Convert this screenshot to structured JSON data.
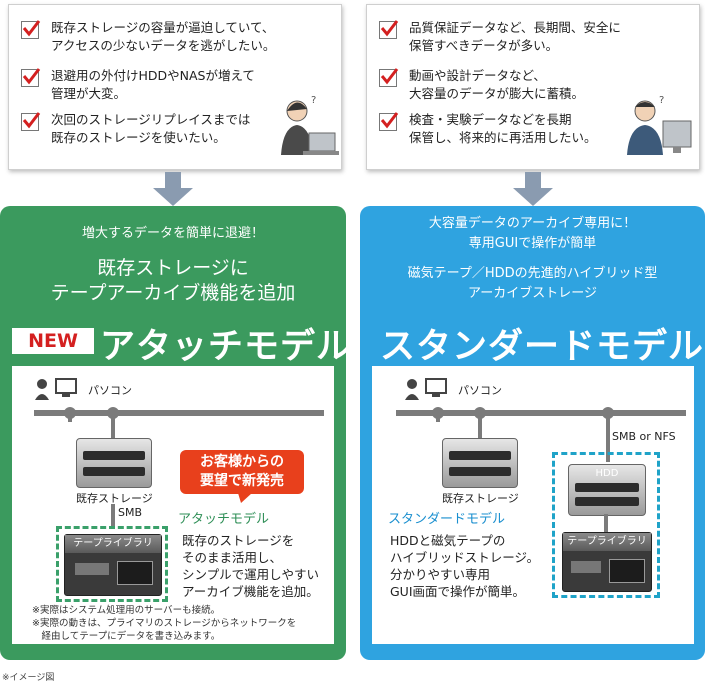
{
  "left_needs": [
    "既存ストレージの容量が逼迫していて、\nアクセスの少ないデータを逃がしたい。",
    "退避用の外付けHDDやNASが増えて\n管理が大変。",
    "次回のストレージリプレイスまでは\n既存のストレージを使いたい。"
  ],
  "right_needs": [
    "品質保証データなど、長期間、安全に\n保管すべきデータが多い。",
    "動画や設計データなど、\n大容量のデータが膨大に蓄積。",
    "検査・実験データなどを長期\n保管し、将来的に再活用したい。"
  ],
  "attach": {
    "lead": "増大するデータを簡単に退避！",
    "headline": "既存ストレージに\nテープアーカイブ機能を追加",
    "new_badge": "NEW",
    "model_name": "アタッチモデル",
    "pc_label": "パソコン",
    "storage_label": "既存ストレージ",
    "smb_label": "SMB",
    "library_label": "テープライブラリ",
    "callout": "お客様からの\n要望で新発売",
    "sub_title": "アタッチモデル",
    "description": "既存のストレージを\nそのまま活用し、\nシンプルで運用しやすい\nアーカイブ機能を追加。",
    "notes": "※実際はシステム処理用のサーバーも接続。\n※実際の動きは、プライマリのストレージからネットワークを\n　経由してテープにデータを書き込みます。"
  },
  "standard": {
    "lead": "大容量データのアーカイブ専用に！\n専用GUIで操作が簡単",
    "headline": "磁気テープ／HDDの先進的ハイブリッド型\nアーカイブストレージ",
    "model_name": "スタンダードモデル",
    "pc_label": "パソコン",
    "storage_label": "既存ストレージ",
    "protocol_label": "SMB or NFS",
    "hdd_label": "HDD",
    "library_label": "テープライブラリ",
    "sub_title": "スタンダードモデル",
    "description": "HDDと磁気テープの\nハイブリッドストレージ。\n分かりやすい専用\nGUI画面で操作が簡単。"
  },
  "image_note": "※イメージ図",
  "colors": {
    "attach_panel": "#3b9a5e",
    "standard_panel": "#2fa3e0",
    "check_mark": "#d42020",
    "callout": "#e8401c"
  }
}
